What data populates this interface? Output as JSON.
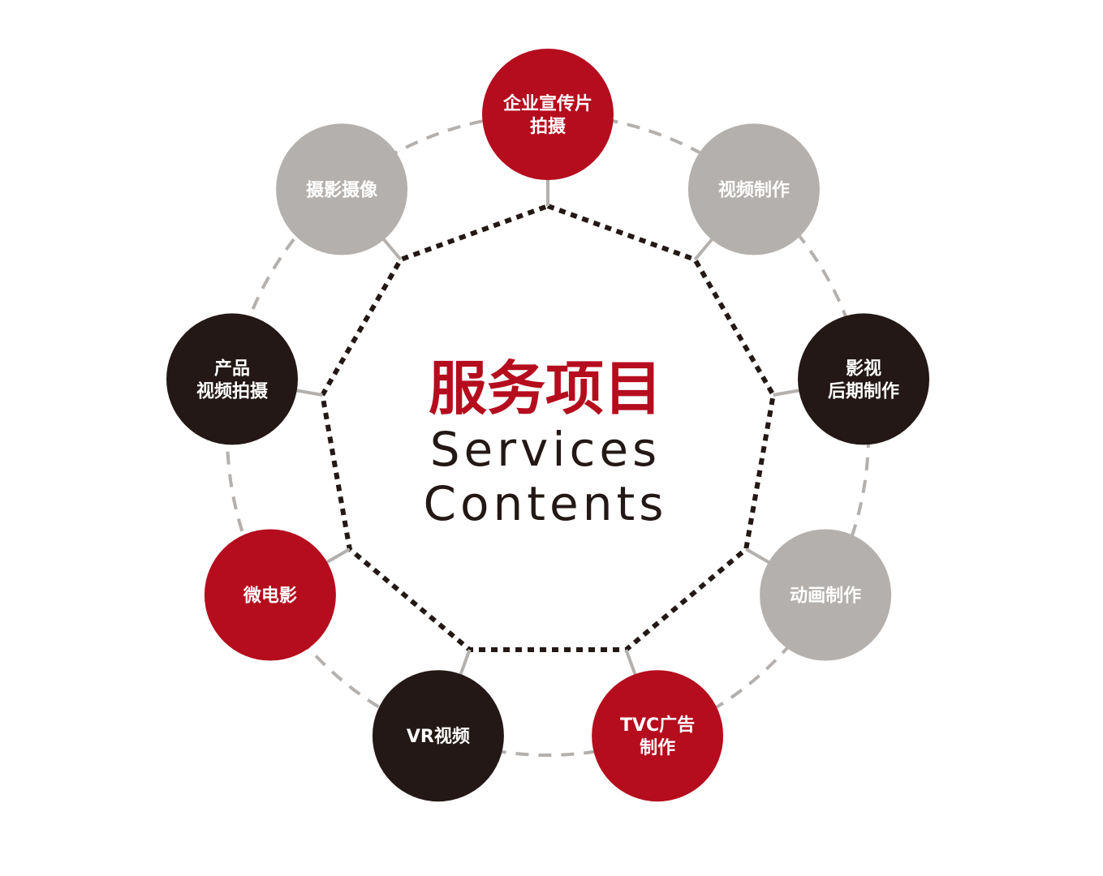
{
  "title": {
    "cn": "服务项目",
    "en_line1": "Services",
    "en_line2": "Contents"
  },
  "colors": {
    "red": "#b50d1e",
    "gray": "#b4b0ad",
    "black": "#231815",
    "connector": "#b4b0ad",
    "dotted": "#231815"
  },
  "services": [
    {
      "id": "corporate",
      "lines": [
        "企业宣传片",
        "拍摄"
      ],
      "color": "red"
    },
    {
      "id": "video-production",
      "lines": [
        "视频制作"
      ],
      "color": "gray"
    },
    {
      "id": "post-production",
      "lines": [
        "影视",
        "后期制作"
      ],
      "color": "black"
    },
    {
      "id": "animation",
      "lines": [
        "动画制作"
      ],
      "color": "gray"
    },
    {
      "id": "tvc",
      "lines": [
        "TVC广告",
        "制作"
      ],
      "color": "red"
    },
    {
      "id": "vr",
      "lines": [
        "VR视频"
      ],
      "color": "black"
    },
    {
      "id": "micro-film",
      "lines": [
        "微电影"
      ],
      "color": "red"
    },
    {
      "id": "product",
      "lines": [
        "产品",
        "视频拍摄"
      ],
      "color": "black"
    },
    {
      "id": "photography",
      "lines": [
        "摄影摄像"
      ],
      "color": "gray"
    }
  ]
}
